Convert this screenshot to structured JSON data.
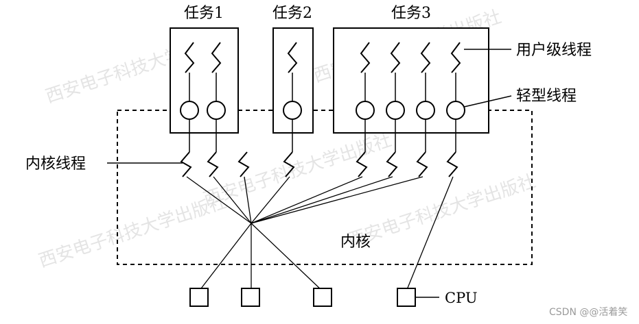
{
  "tasks": [
    {
      "label": "任务1"
    },
    {
      "label": "任务2"
    },
    {
      "label": "任务3"
    }
  ],
  "labels": {
    "user_level_thread": "用户级线程",
    "lightweight_process": "轻型线程",
    "kernel_thread": "内核线程",
    "kernel": "内核",
    "cpu": "CPU"
  },
  "watermarks": {
    "top_left": "西安电子科技大学出版社",
    "top_right": "西安电子科技大学出版社",
    "middle": "西安电子科技大学出版社",
    "bottom_left": "西安电子科技大学出版社",
    "bottom_right": "西安电子科技大学出版社"
  },
  "credit": "CSDN @@活着笑",
  "colors": {
    "line": "#000000",
    "watermark": "#cfcfcf",
    "credit": "#9a9a9a"
  }
}
